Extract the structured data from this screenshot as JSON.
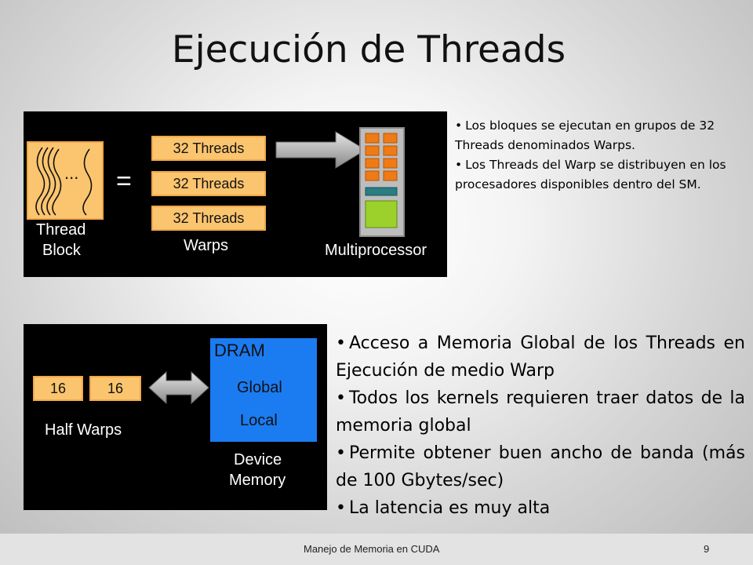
{
  "slide": {
    "title": "Ejecución de Threads"
  },
  "diagram1": {
    "thread_block_line1": "Thread",
    "thread_block_line2": "Block",
    "equals": "=",
    "ellipsis": "...",
    "warps": [
      "32 Threads",
      "32 Threads",
      "32 Threads"
    ],
    "warps_label": "Warps",
    "multiprocessor_label": "Multiprocessor",
    "colors": {
      "orange": "#fbc56f",
      "processor": "#f07a14",
      "teal": "#2a7d82",
      "green": "#9bd12a"
    }
  },
  "bullets_top": [
    "Los bloques se ejecutan en grupos de 32 Threads denominados Warps.",
    "Los Threads del Warp se distribuyen en los procesadores disponibles dentro del SM."
  ],
  "diagram2": {
    "half_warp_1": "16",
    "half_warp_2": "16",
    "half_warps_label": "Half Warps",
    "dram_label": "DRAM",
    "global_label": "Global",
    "local_label": "Local",
    "device_line1": "Device",
    "device_line2": "Memory",
    "colors": {
      "dram": "#1b7cf2"
    }
  },
  "bullets_bottom": [
    "Acceso a Memoria Global de los Threads en Ejecución de medio Warp",
    "Todos los kernels requieren traer datos de la memoria global",
    "Permite obtener buen ancho de banda (más de 100 Gbytes/sec)",
    "La latencia es muy alta"
  ],
  "footer": {
    "text": "Manejo de Memoria en CUDA",
    "page": "9"
  }
}
